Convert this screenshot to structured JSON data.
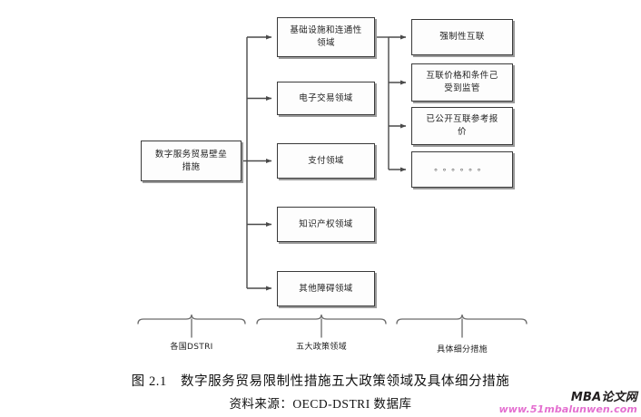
{
  "diagram": {
    "root": {
      "label": "数字服务贸易壁垒\n措施"
    },
    "policy_areas": [
      {
        "label": "基础设施和连通性\n领域"
      },
      {
        "label": "电子交易领域"
      },
      {
        "label": "支付领域"
      },
      {
        "label": "知识产权领域"
      },
      {
        "label": "其他障碍领域"
      }
    ],
    "measures": [
      {
        "label": "强制性互联"
      },
      {
        "label": "互联价格和条件己\n受到监管"
      },
      {
        "label": "已公开互联参考报\n价"
      },
      {
        "label": "。。。。。。"
      }
    ],
    "group_labels": [
      {
        "label": "各国DSTRI"
      },
      {
        "label": "五大政策领域"
      },
      {
        "label": "具体细分措施"
      }
    ]
  },
  "caption": {
    "title": "图 2.1　数字服务贸易限制性措施五大政策领域及具体细分措施",
    "source": "资料来源：OECD-DSTRI 数据库"
  },
  "watermark": {
    "title": "MBA论文网",
    "url": "www.51mbalunwen.com"
  },
  "colors": {
    "box_border": "#3a3a3a",
    "box_shadow": "#9a9a9a",
    "line": "#4a4a4a",
    "watermark_url": "#e46fd0"
  }
}
